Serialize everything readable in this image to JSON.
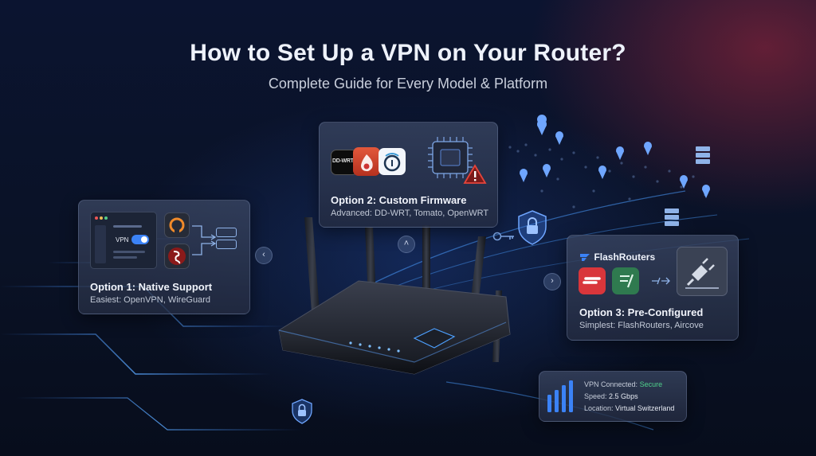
{
  "header": {
    "title": "How to Set Up a VPN on Your Router?",
    "subtitle": "Complete Guide for Every Model & Platform"
  },
  "options": [
    {
      "title": "Option 1: Native Support",
      "description": "Easiest: OpenVPN, WireGuard",
      "toggle_label": "VPN"
    },
    {
      "title": "Option 2: Custom Firmware",
      "description": "Advanced: DD-WRT, Tomato, OpenWRT",
      "logo_text": "DD-WRT"
    },
    {
      "title": "Option 3: Pre-Configured",
      "description": "Simplest: FlashRouters, Aircove",
      "brand": "FlashRouters"
    }
  ],
  "status_panel": {
    "connected_label": "VPN Connected:",
    "connected_value": "Secure",
    "speed_label": "Speed:",
    "speed_value": "2.5 Gbps",
    "location_label": "Location:",
    "location_value": "Virtual Switzerland",
    "signal_levels": [
      0.55,
      0.7,
      0.85,
      1.0
    ]
  },
  "colors": {
    "accent": "#3b82f6",
    "success": "#4fd18b",
    "alert": "#e5443a",
    "brand_red": "#e43d3d",
    "brand_green": "#2f7a4f"
  },
  "icons": [
    "openvpn-icon",
    "wireguard-icon",
    "server-icon",
    "ddwrt-logo",
    "tomato-icon",
    "openwrt-icon",
    "chip-icon",
    "warning-icon",
    "flashrouters-icon",
    "expressvpn-icon",
    "surfshark-icon",
    "plug-icon",
    "shield-lock-icon",
    "location-pin-icon",
    "key-icon"
  ]
}
